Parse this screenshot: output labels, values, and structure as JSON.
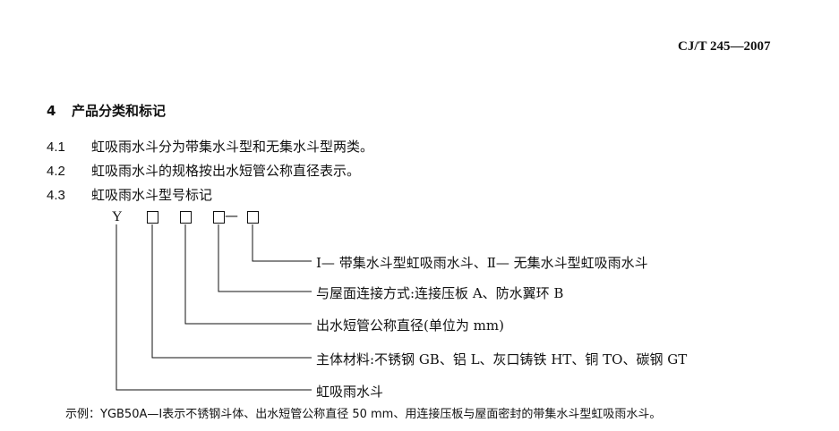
{
  "header": {
    "standard_code": "CJ/T 245—2007"
  },
  "section": {
    "number": "4",
    "title": "产品分类和标记"
  },
  "clauses": [
    {
      "number": "4.1",
      "text": "虹吸雨水斗分为带集水斗型和无集水斗型两类。"
    },
    {
      "number": "4.2",
      "text": "虹吸雨水斗的规格按出水短管公称直径表示。"
    },
    {
      "number": "4.3",
      "text": "虹吸雨水斗型号标记"
    }
  ],
  "designation": {
    "prefix": "Y",
    "dash": "—",
    "legend": [
      "Ⅰ— 带集水斗型虹吸雨水斗、Ⅱ— 无集水斗型虹吸雨水斗",
      "与屋面连接方式:连接压板 A、防水翼环 B",
      "出水短管公称直径(单位为 mm)",
      "主体材料:不锈钢 GB、铝 L、灰口铸铁 HT、铜 TO、碳钢 GT",
      "虹吸雨水斗"
    ]
  },
  "example": "示例：YGB50A—Ⅰ表示不锈钢斗体、出水短管公称直径 50 mm、用连接压板与屋面密封的带集水斗型虹吸雨水斗。"
}
